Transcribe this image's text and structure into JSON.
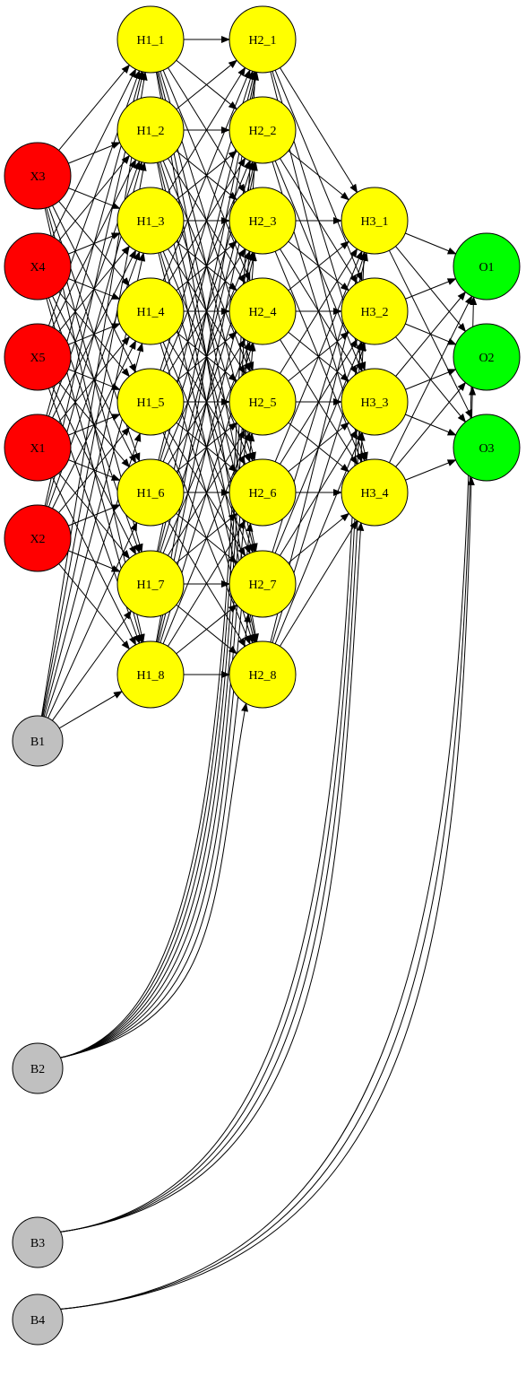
{
  "colors": {
    "input": "#ff0000",
    "hidden": "#ffff00",
    "output": "#00ff00",
    "bias": "#c0c0c0",
    "edge": "#000000"
  },
  "nodes": [
    {
      "id": "X3",
      "label": "X3",
      "group": "input"
    },
    {
      "id": "X4",
      "label": "X4",
      "group": "input"
    },
    {
      "id": "X5",
      "label": "X5",
      "group": "input"
    },
    {
      "id": "X1",
      "label": "X1",
      "group": "input"
    },
    {
      "id": "X2",
      "label": "X2",
      "group": "input"
    },
    {
      "id": "B1",
      "label": "B1",
      "group": "bias"
    },
    {
      "id": "B2",
      "label": "B2",
      "group": "bias"
    },
    {
      "id": "B3",
      "label": "B3",
      "group": "bias"
    },
    {
      "id": "B4",
      "label": "B4",
      "group": "bias"
    },
    {
      "id": "H1_1",
      "label": "H1_1",
      "group": "hidden"
    },
    {
      "id": "H1_2",
      "label": "H1_2",
      "group": "hidden"
    },
    {
      "id": "H1_3",
      "label": "H1_3",
      "group": "hidden"
    },
    {
      "id": "H1_4",
      "label": "H1_4",
      "group": "hidden"
    },
    {
      "id": "H1_5",
      "label": "H1_5",
      "group": "hidden"
    },
    {
      "id": "H1_6",
      "label": "H1_6",
      "group": "hidden"
    },
    {
      "id": "H1_7",
      "label": "H1_7",
      "group": "hidden"
    },
    {
      "id": "H1_8",
      "label": "H1_8",
      "group": "hidden"
    },
    {
      "id": "H2_1",
      "label": "H2_1",
      "group": "hidden"
    },
    {
      "id": "H2_2",
      "label": "H2_2",
      "group": "hidden"
    },
    {
      "id": "H2_3",
      "label": "H2_3",
      "group": "hidden"
    },
    {
      "id": "H2_4",
      "label": "H2_4",
      "group": "hidden"
    },
    {
      "id": "H2_5",
      "label": "H2_5",
      "group": "hidden"
    },
    {
      "id": "H2_6",
      "label": "H2_6",
      "group": "hidden"
    },
    {
      "id": "H2_7",
      "label": "H2_7",
      "group": "hidden"
    },
    {
      "id": "H2_8",
      "label": "H2_8",
      "group": "hidden"
    },
    {
      "id": "H3_1",
      "label": "H3_1",
      "group": "hidden"
    },
    {
      "id": "H3_2",
      "label": "H3_2",
      "group": "hidden"
    },
    {
      "id": "H3_3",
      "label": "H3_3",
      "group": "hidden"
    },
    {
      "id": "H3_4",
      "label": "H3_4",
      "group": "hidden"
    },
    {
      "id": "O1",
      "label": "O1",
      "group": "output"
    },
    {
      "id": "O2",
      "label": "O2",
      "group": "output"
    },
    {
      "id": "O3",
      "label": "O3",
      "group": "output"
    }
  ],
  "layers": [
    {
      "inputs": [
        "X1",
        "X2",
        "X3",
        "X4",
        "X5"
      ],
      "bias": "B1",
      "targets": [
        "H1_1",
        "H1_2",
        "H1_3",
        "H1_4",
        "H1_5",
        "H1_6",
        "H1_7",
        "H1_8"
      ]
    },
    {
      "inputs": [
        "H1_1",
        "H1_2",
        "H1_3",
        "H1_4",
        "H1_5",
        "H1_6",
        "H1_7",
        "H1_8"
      ],
      "bias": "B2",
      "targets": [
        "H2_1",
        "H2_2",
        "H2_3",
        "H2_4",
        "H2_5",
        "H2_6",
        "H2_7",
        "H2_8"
      ]
    },
    {
      "inputs": [
        "H2_1",
        "H2_2",
        "H2_3",
        "H2_4",
        "H2_5",
        "H2_6",
        "H2_7",
        "H2_8"
      ],
      "bias": "B3",
      "targets": [
        "H3_1",
        "H3_2",
        "H3_3",
        "H3_4"
      ]
    },
    {
      "inputs": [
        "H3_1",
        "H3_2",
        "H3_3",
        "H3_4"
      ],
      "bias": "B4",
      "targets": [
        "O1",
        "O2",
        "O3"
      ]
    }
  ]
}
